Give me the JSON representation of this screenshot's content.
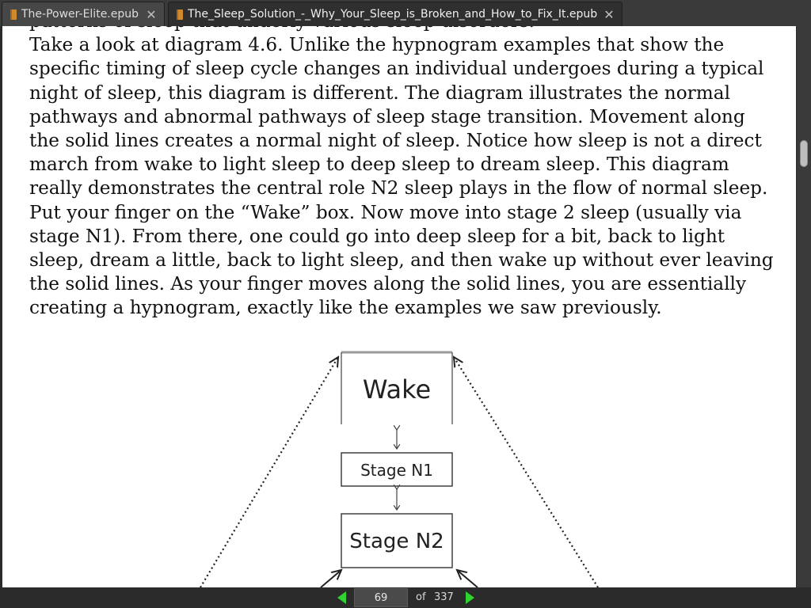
{
  "tabs": [
    {
      "label": "The-Power-Elite.epub",
      "active": false
    },
    {
      "label": "The_Sleep_Solution_-_Why_Your_Sleep_is_Broken_and_How_to_Fix_It.epub",
      "active": true
    }
  ],
  "content": {
    "cut_line": "patterns of sleep that underly various sleep disorders.",
    "paragraph": "Take a look at diagram 4.6. Unlike the hypnogram examples that show the specific timing of sleep cycle changes an individual undergoes during a typical night of sleep, this diagram is different. The diagram illustrates the normal pathways and abnormal pathways of sleep stage transition. Movement along the solid lines creates a normal night of sleep. Notice how sleep is not a direct march from wake to light sleep to deep sleep to dream sleep. This diagram really demonstrates the central role N2 sleep plays in the flow of normal sleep. Put your finger on the “Wake” box. Now move into stage 2 sleep (usually via stage N1). From there, one could go into deep sleep for a bit, back to light sleep, dream a little, back to light sleep, and then wake up without ever leaving the solid lines. As your finger moves along the solid lines, you are essentially creating a hypnogram, exactly like the examples we saw previously."
  },
  "diagram": {
    "wake": "Wake",
    "n1": "Stage N1",
    "n2": "Stage N2"
  },
  "navigation": {
    "current_page": "69",
    "of_label": "of",
    "total_pages": "337"
  },
  "colors": {
    "nav_arrow": "#2fd42f",
    "book_icon": "#d08a2a"
  }
}
